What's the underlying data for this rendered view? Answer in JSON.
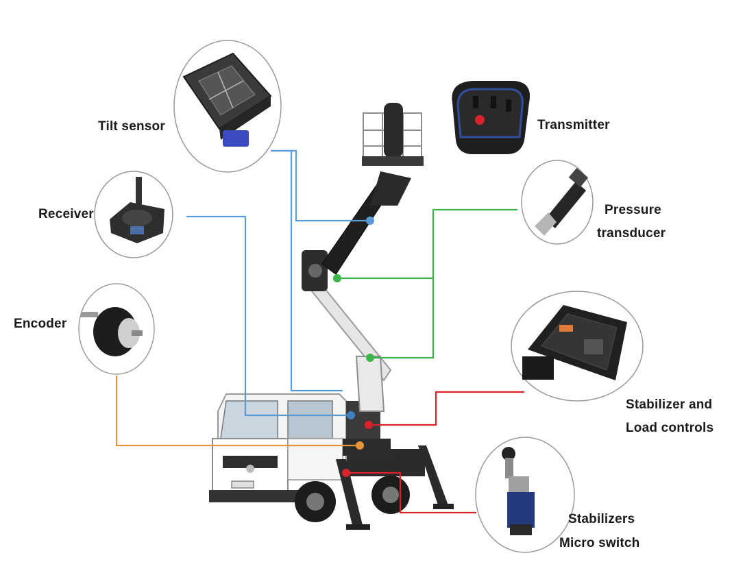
{
  "labels": {
    "tilt_sensor": "Tilt sensor",
    "receiver": "Receiver",
    "encoder": "Encoder",
    "transmitter": "Transmitter",
    "pressure_transducer": [
      "Pressure",
      "transducer"
    ],
    "stabilizer_load_controls": [
      "Stabilizer and",
      "Load controls"
    ],
    "stabilizers_micro_switch": [
      "Stabilizers",
      "Micro switch"
    ]
  },
  "colors": {
    "blue_line": "#5b9bd5",
    "green_line": "#3bb54a",
    "red_line": "#d9232a",
    "orange_line": "#e8953a",
    "boom": "#e8e8e8",
    "truck_body": "#f4f4f4"
  }
}
